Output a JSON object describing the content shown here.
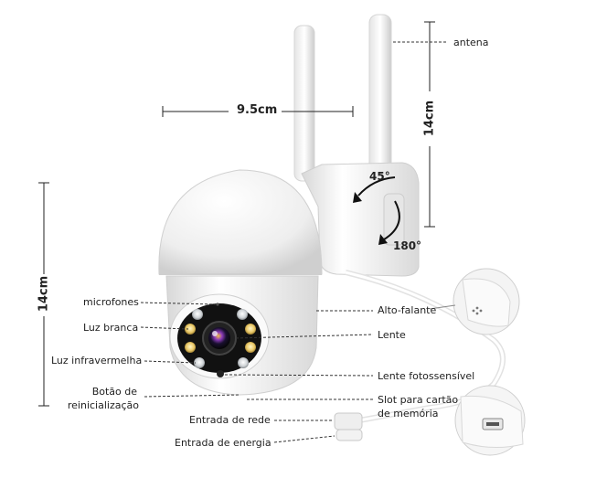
{
  "dimensions": {
    "width_label": "9.5cm",
    "height_label": "14cm",
    "side_height_label": "14cm",
    "tilt_label": "45°",
    "pan_label": "180°"
  },
  "labels": {
    "antenna": "antena",
    "microphones": "microfones",
    "white_light": "Luz branca",
    "infrared_light": "Luz infravermelha",
    "reset_button_line1": "Botão de",
    "reset_button_line2": "reinicialização",
    "network_input": "Entrada de rede",
    "power_input": "Entrada de energia",
    "speaker": "Alto-falante",
    "lens": "Lente",
    "photosensitive_lens": "Lente fotossensível",
    "card_slot_line1": "Slot para cartão",
    "card_slot_line2": "de memória"
  }
}
